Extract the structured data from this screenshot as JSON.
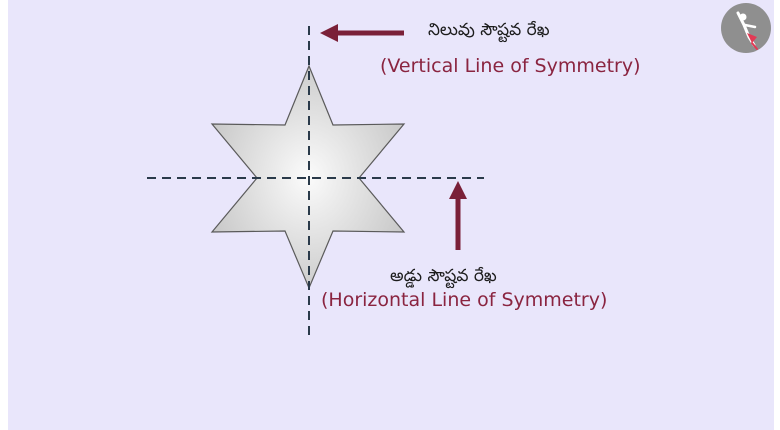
{
  "colors": {
    "background": "#e9e6fb",
    "arrow": "#7a2038",
    "label_english": "#8a2440",
    "axis_line": "#2a3a4a",
    "star_fill": "#d4d4d4",
    "star_stroke": "#5a5a5a",
    "logo_bg": "#8f8f8f"
  },
  "shape": {
    "name": "six-pointed-star"
  },
  "vertical_axis": {
    "label_telugu": "నిలువు సౌష్టవ రేఖ",
    "label_english": "(Vertical Line of Symmetry)",
    "arrow_direction": "left"
  },
  "horizontal_axis": {
    "label_telugu": "అడ్డు సౌష్టవ రేఖ",
    "label_english": "(Horizontal Line of Symmetry)",
    "arrow_direction": "up"
  },
  "logo": {
    "icon": "rocket-person-icon"
  }
}
